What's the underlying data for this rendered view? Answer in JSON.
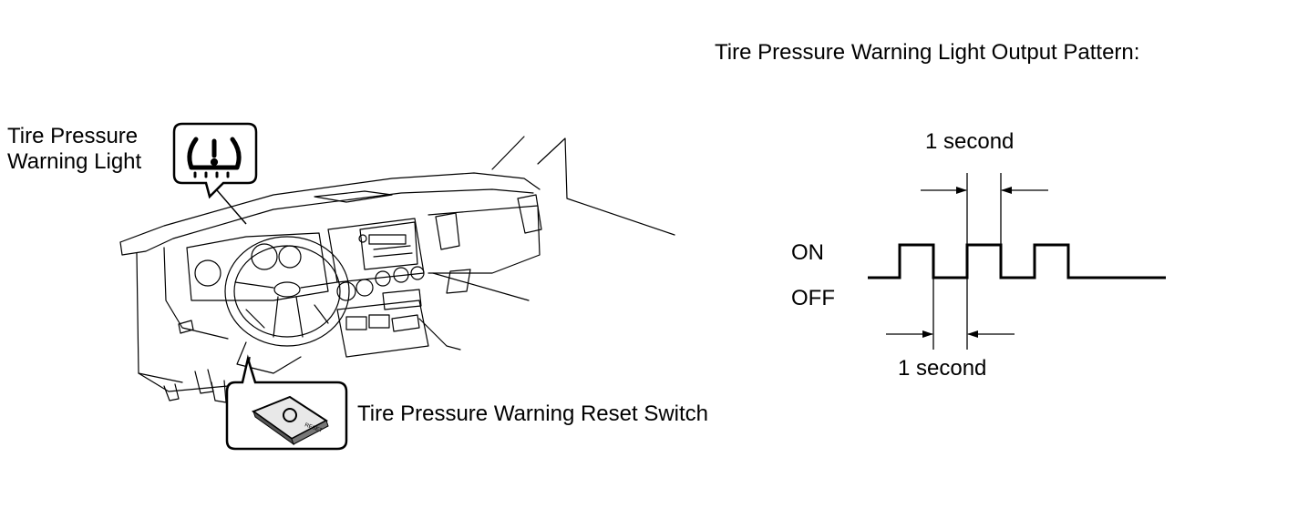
{
  "title": "Tire Pressure Warning Light Output Pattern:",
  "warning_light_label": [
    "Tire Pressure",
    "Warning Light"
  ],
  "reset_switch_label": "Tire Pressure Warning Reset Switch",
  "reset_switch_icon_text": "RESET",
  "pattern": {
    "on_label": "ON",
    "off_label": "OFF",
    "on_duration_label": "1 second",
    "off_duration_label": "1 second",
    "states": [
      "OFF",
      "ON",
      "OFF",
      "ON",
      "OFF",
      "ON",
      "OFF"
    ]
  },
  "icons": {
    "warning_light": "tire-pressure-warning-icon",
    "reset_switch": "reset-switch-icon",
    "dashboard": "vehicle-dashboard-illustration"
  }
}
